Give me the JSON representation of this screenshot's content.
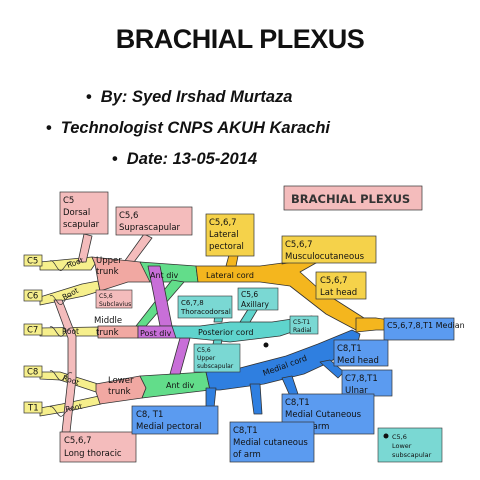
{
  "header": {
    "title": "BRACHIAL PLEXUS",
    "bullets": [
      "By: Syed Irshad Murtaza",
      "Technologist CNPS AKUH Karachi",
      "Date: 13-05-2014"
    ]
  },
  "diagram": {
    "banner": "BRACHIAL PLEXUS",
    "roots": [
      "C5",
      "C6",
      "C7",
      "C8",
      "T1"
    ],
    "root_word": "Root",
    "trunks": {
      "upper": [
        "Upper",
        "trunk"
      ],
      "middle": [
        "Middle",
        "trunk"
      ],
      "lower": [
        "Lower",
        "trunk"
      ]
    },
    "divisions": {
      "ant_div": "Ant div",
      "post_div": "Post div",
      "ant_div_lower": "Ant div"
    },
    "cords": {
      "lateral": "Lateral cord",
      "posterior": "Posterior cord",
      "medial": "Medial cord"
    },
    "nerves": {
      "dorsal_scapular": [
        "C5",
        "Dorsal",
        "scapular"
      ],
      "suprascapular": [
        "C5,6",
        "Suprascapular"
      ],
      "lateral_pectoral": [
        "C5,6,7",
        "Lateral",
        "pectoral"
      ],
      "musculocutaneous": [
        "C5,6,7",
        "Musculocutaneous"
      ],
      "lat_head": [
        "C5,6,7",
        "Lat head"
      ],
      "median": "C5,6,7,8,T1 Median",
      "med_head": [
        "C8,T1",
        "Med head"
      ],
      "ulnar": [
        "C7,8,T1",
        "Ulnar"
      ],
      "subclavius": [
        "C5,6",
        "Subclavius"
      ],
      "thoracodorsal": [
        "C6,7,8",
        "Thoracodorsal"
      ],
      "axillary": [
        "C5,6",
        "Axillary"
      ],
      "radial": [
        "C5-T1",
        "Radial"
      ],
      "upper_subscapular": [
        "C5,6",
        "Upper",
        "subscapular"
      ],
      "medial_pectoral": [
        "C8, T1",
        "Medial pectoral"
      ],
      "medial_cut_forearm": [
        "C8,T1",
        "Medial Cutaneous",
        "of forearm"
      ],
      "medial_cut_arm": [
        "C8,T1",
        "Medial cutaneous",
        "of arm"
      ],
      "long_thoracic": [
        "C5,6,7",
        "Long thoracic"
      ]
    },
    "legend": [
      "C5,6",
      "Lower",
      "subscapular"
    ]
  },
  "colors": {
    "root_fill": "#f6ef8c",
    "trunk_fill": "#f1a8a2",
    "ant_div_fill": "#62dd8a",
    "post_div_fill": "#c86fd8",
    "lateral_fill": "#f4b61e",
    "posterior_fill": "#5fd4cd",
    "medial_fill": "#2f7fe0",
    "pink_label": "#f4bcbc",
    "yellow_label": "#f5d24a",
    "blue_label": "#5b9bf0",
    "cyan_label": "#7ad8d3"
  }
}
